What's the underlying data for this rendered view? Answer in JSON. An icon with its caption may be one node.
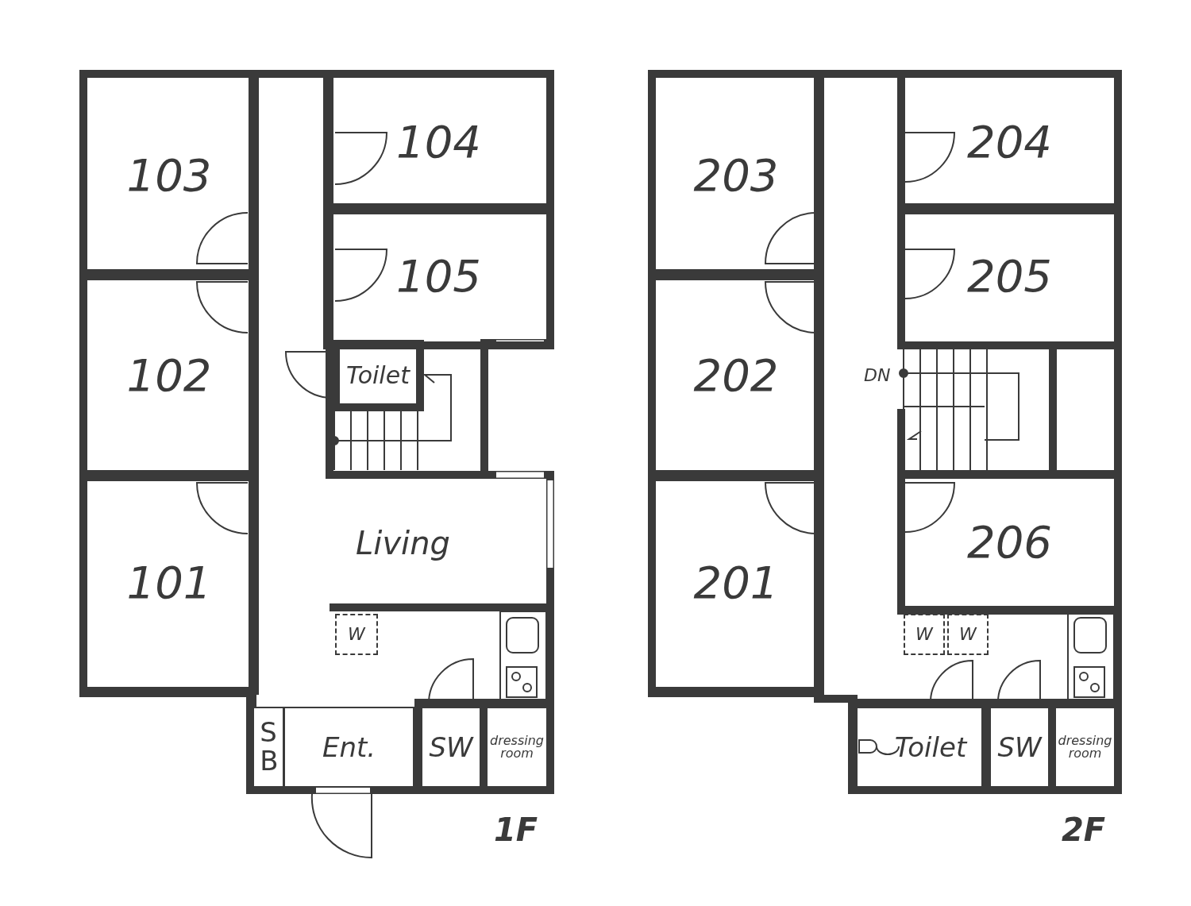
{
  "diagram": {
    "nodes": [
      {
        "text": [
          "103"
        ]
      },
      {
        "text": [
          "104"
        ]
      },
      {
        "text": [
          "105"
        ]
      },
      {
        "text": [
          "102"
        ]
      },
      {
        "text": [
          "Toilet"
        ]
      },
      {
        "text": [
          "Living"
        ]
      },
      {
        "text": [
          "101"
        ]
      },
      {
        "text": [
          "W"
        ]
      },
      {
        "text": [
          "SB"
        ]
      },
      {
        "text": [
          "Ent."
        ]
      },
      {
        "text": [
          "SW"
        ]
      },
      {
        "text": [
          "dressing room"
        ]
      },
      {
        "text": [
          "203"
        ]
      },
      {
        "text": [
          "204"
        ]
      },
      {
        "text": [
          "205"
        ]
      },
      {
        "text": [
          "202"
        ]
      },
      {
        "text": [
          "201"
        ]
      },
      {
        "text": [
          "206"
        ]
      },
      {
        "text": [
          "W"
        ]
      },
      {
        "text": [
          "W"
        ]
      },
      {
        "text": [
          "Toilet"
        ]
      },
      {
        "text": [
          "SW"
        ]
      },
      {
        "text": [
          "dressing room"
        ]
      }
    ],
    "labels": [
      "DN",
      "1F",
      "2F"
    ]
  }
}
